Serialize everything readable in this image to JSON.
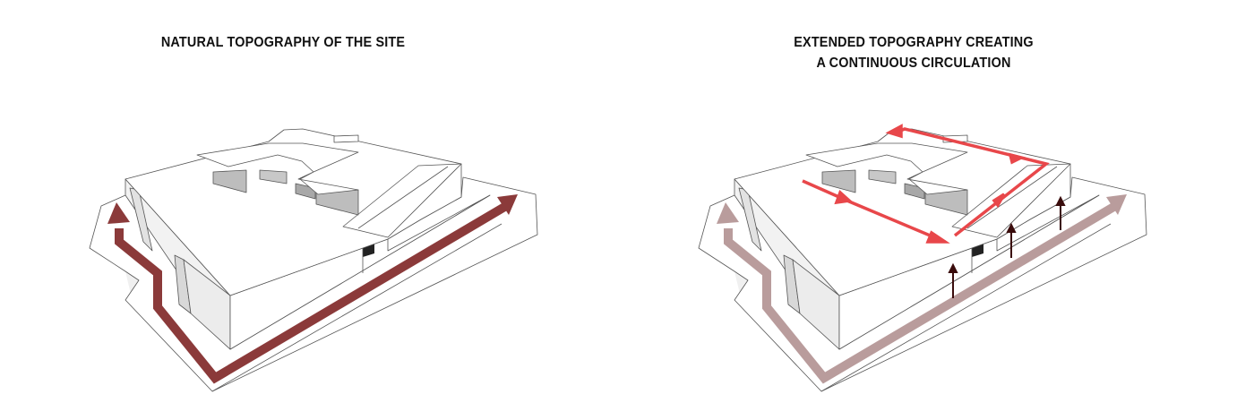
{
  "panels": [
    {
      "title_lines": [
        "NATURAL TOPOGRAPHY OF THE SITE"
      ]
    },
    {
      "title_lines": [
        "EXTENDED TOPOGRAPHY CREATING",
        "A CONTINUOUS CIRCULATION"
      ]
    }
  ],
  "colors": {
    "natural_path": "#8b3a3a",
    "faded_path": "#b99c9c",
    "roof_circulation": "#e8474a",
    "vertical_links": "#3a0c0c",
    "outline": "#555555"
  }
}
